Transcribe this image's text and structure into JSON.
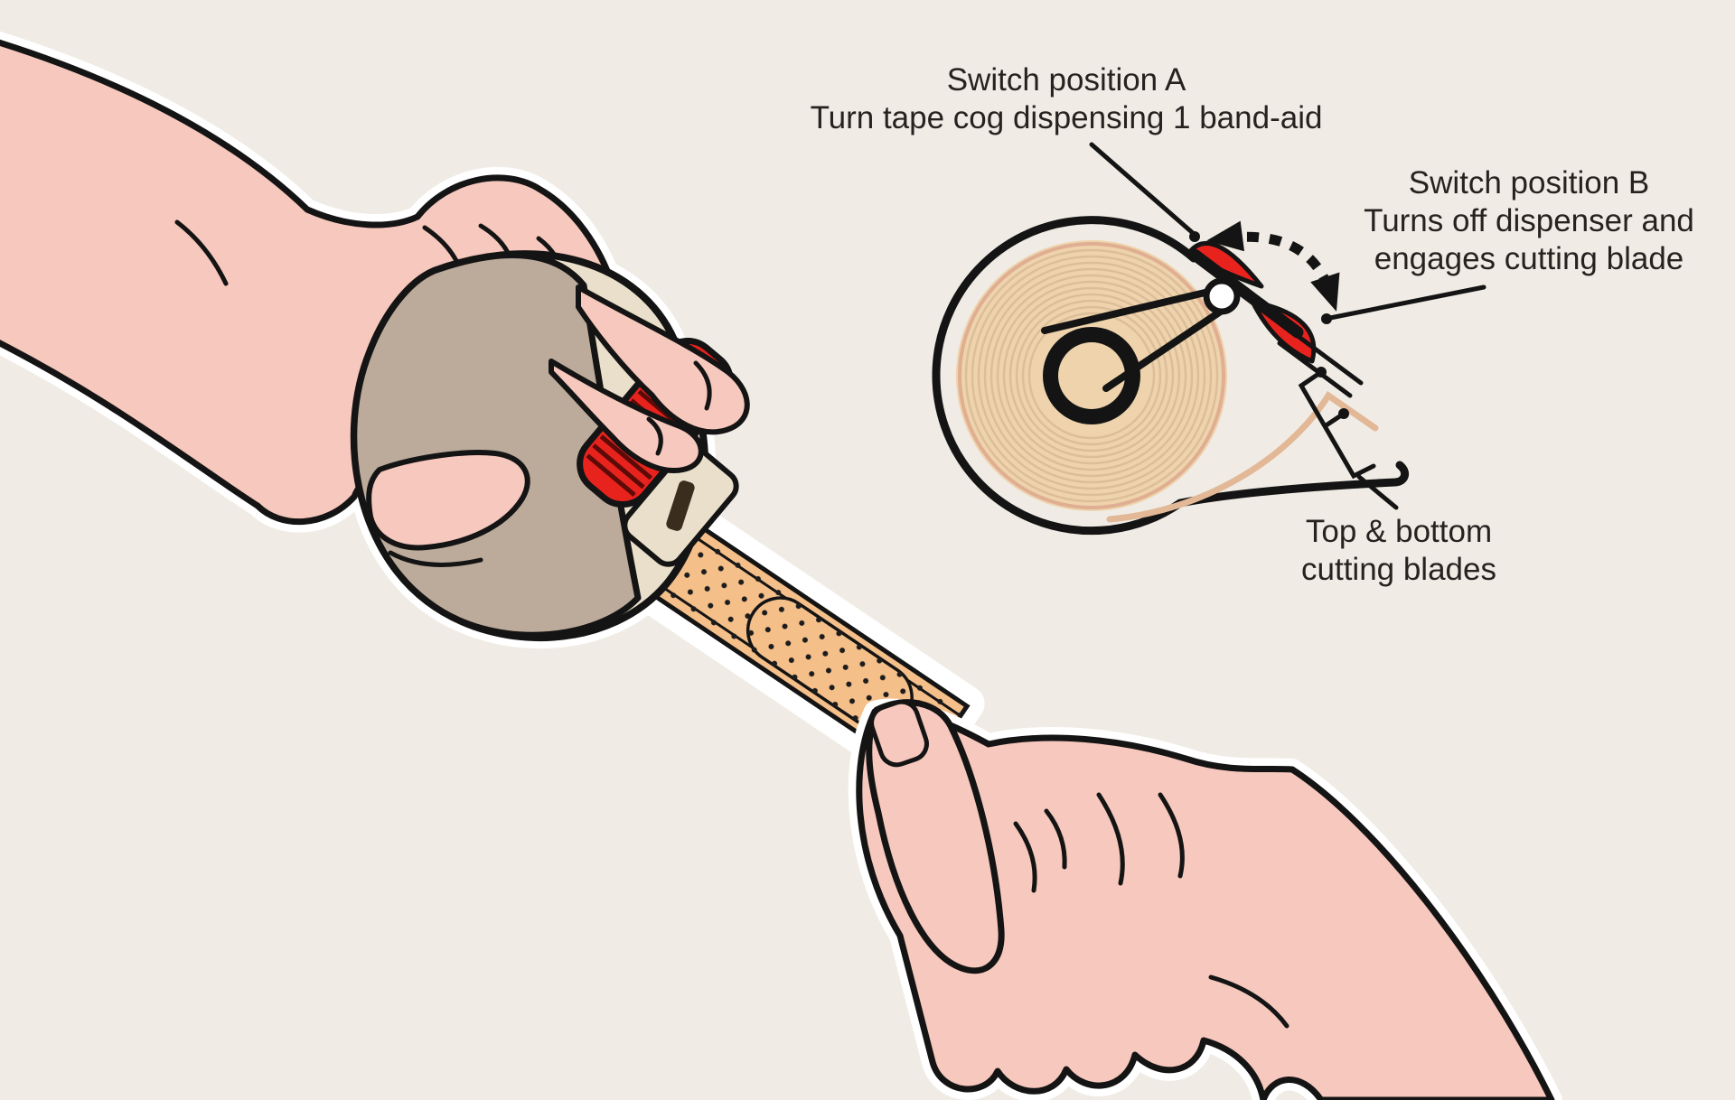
{
  "annotations": {
    "switch_a": {
      "lines": [
        "Switch position A",
        "Turn tape cog dispensing 1 band-aid"
      ]
    },
    "switch_b": {
      "lines": [
        "Switch position B",
        "Turns off dispenser and",
        "engages cutting blade"
      ]
    },
    "cutting_blades": {
      "lines": [
        "Top & bottom",
        "cutting blades"
      ]
    }
  },
  "colors": {
    "background": "#f0ece5",
    "skin": "#f7c8bd",
    "device_body": "#bcab9b",
    "device_face": "#eadfca",
    "accent_red": "#e8231e",
    "bandaid_tan": "#f5bf8a",
    "roll_tan": "#eed3ac",
    "roll_ring": "#dcbf9a",
    "roll_ring_outer": "#e0ae92",
    "slot_dark": "#3a2d1e",
    "outline": "#141414",
    "text": "#262220"
  }
}
